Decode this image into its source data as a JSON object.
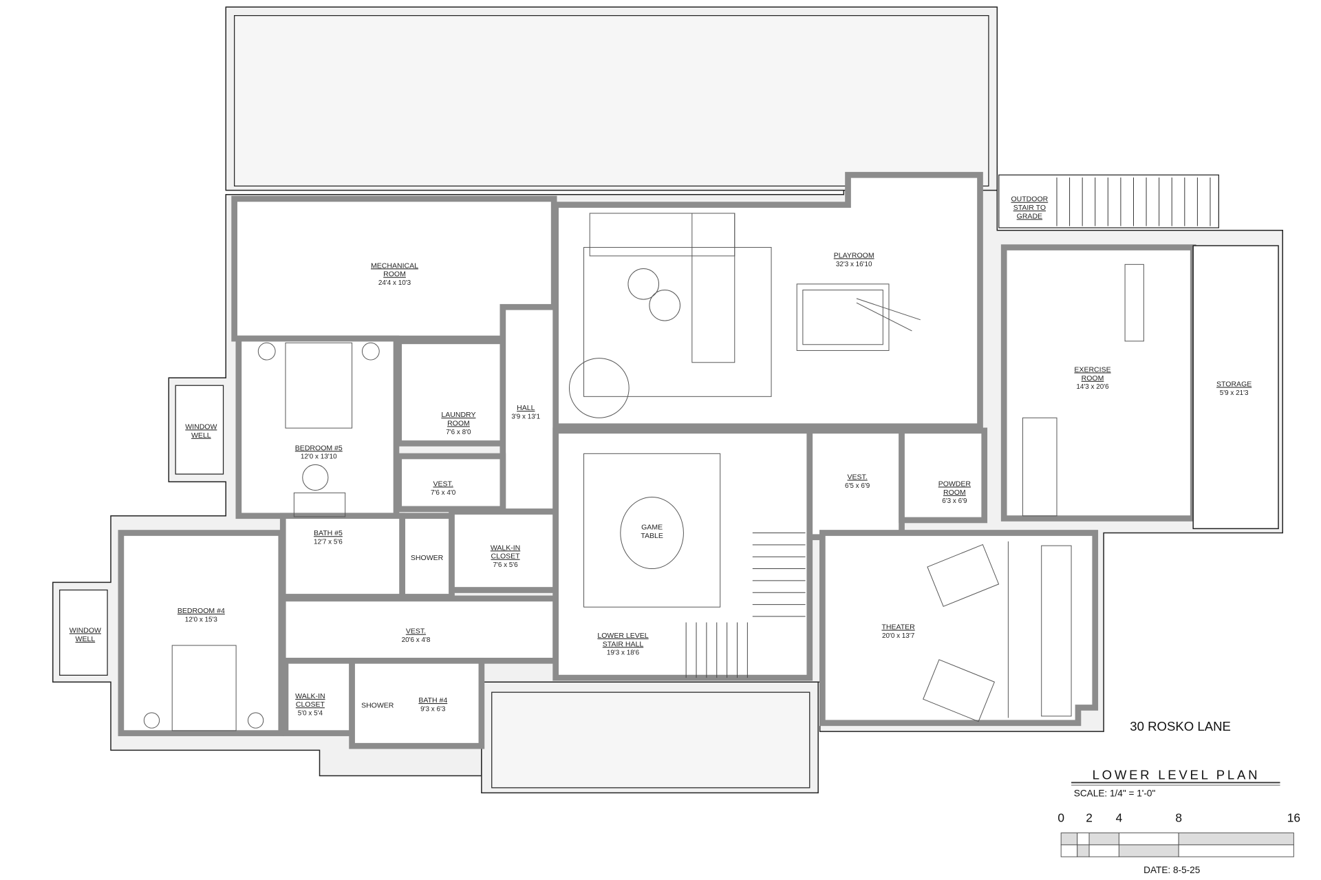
{
  "rooms": {
    "mechanical": {
      "name1": "MECHANICAL",
      "name2": "ROOM",
      "dim": "24'4 x 10'3"
    },
    "playroom": {
      "name": "PLAYROOM",
      "dim": "32'3 x 16'10"
    },
    "outdoor_stair": {
      "l1": "OUTDOOR",
      "l2": "STAIR TO",
      "l3": "GRADE"
    },
    "exercise": {
      "name1": "EXERCISE",
      "name2": "ROOM",
      "dim": "14'3 x 20'6"
    },
    "storage": {
      "name": "STORAGE",
      "dim": "5'9 x 21'3"
    },
    "window_well_1": {
      "l1": "WINDOW",
      "l2": "WELL"
    },
    "window_well_2": {
      "l1": "WINDOW",
      "l2": "WELL"
    },
    "bedroom5": {
      "name": "BEDROOM #5",
      "dim": "12'0 x 13'10"
    },
    "laundry": {
      "name1": "LAUNDRY",
      "name2": "ROOM",
      "dim": "7'6 x 8'0"
    },
    "hall": {
      "name": "HALL",
      "dim": "3'9 x 13'1"
    },
    "vest_small": {
      "name": "VEST.",
      "dim": "7'6 x 4'0"
    },
    "bath5": {
      "name": "BATH #5",
      "dim": "12'7 x 5'6"
    },
    "shower1": {
      "name": "SHOWER"
    },
    "walkin1": {
      "name1": "WALK-IN",
      "name2": "CLOSET",
      "dim": "7'6 x 5'6"
    },
    "bedroom4": {
      "name": "BEDROOM #4",
      "dim": "12'0 x 15'3"
    },
    "vest_long": {
      "name": "VEST.",
      "dim": "20'6 x 4'8"
    },
    "walkin2": {
      "name1": "WALK-IN",
      "name2": "CLOSET",
      "dim": "5'0 x 5'4"
    },
    "shower2": {
      "name": "SHOWER"
    },
    "bath4": {
      "name": "BATH #4",
      "dim": "9'3 x 6'3"
    },
    "game_table": {
      "l1": "GAME",
      "l2": "TABLE"
    },
    "stair_hall": {
      "name1": "LOWER LEVEL",
      "name2": "STAIR HALL",
      "dim": "19'3 x 18'6"
    },
    "vest_east": {
      "name": "VEST.",
      "dim": "6'5 x 6'9"
    },
    "powder": {
      "name1": "POWDER",
      "name2": "ROOM",
      "dim": "6'3 x 6'9"
    },
    "theater": {
      "name": "THEATER",
      "dim": "20'0 x 13'7"
    }
  },
  "title_block": {
    "address": "30 ROSKO LANE",
    "plan_title": "LOWER LEVEL PLAN",
    "scale": "SCALE:  1/4\" = 1'-0\"",
    "scale_ticks": [
      "0",
      "2",
      "4",
      "8",
      "16"
    ],
    "date": "DATE: 8-5-25"
  }
}
